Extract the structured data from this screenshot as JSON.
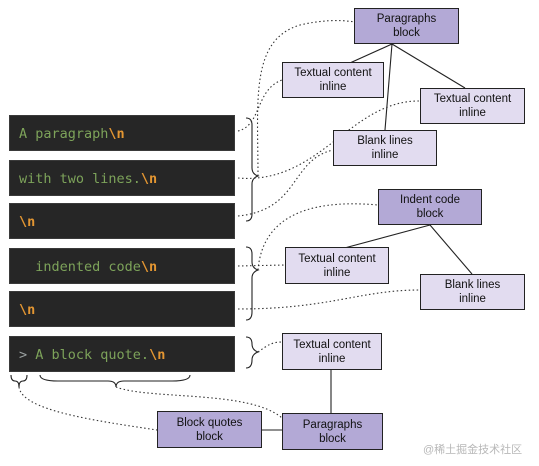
{
  "code_lines": [
    {
      "text": "A paragraph",
      "newline": "\\n"
    },
    {
      "text": "with two lines.",
      "newline": "\\n"
    },
    {
      "text": "",
      "newline": "\\n"
    },
    {
      "text": "  indented code",
      "newline": "\\n"
    },
    {
      "text": "",
      "newline": "\\n"
    },
    {
      "prefix": "> ",
      "text": "A block quote.",
      "newline": "\\n"
    }
  ],
  "nodes": {
    "paragraphs_block_top": "Paragraphs\nblock",
    "textual_content_1": "Textual content\ninline",
    "textual_content_2": "Textual content\ninline",
    "blank_lines_1": "Blank lines\ninline",
    "indent_code_block": "Indent code\nblock",
    "textual_content_3": "Textual content\ninline",
    "blank_lines_2": "Blank lines\ninline",
    "textual_content_4": "Textual content\ninline",
    "block_quotes_block": "Block quotes\nblock",
    "paragraphs_block_bottom": "Paragraphs\nblock"
  },
  "watermark": "@稀土掘金技术社区",
  "colors": {
    "code_bg": "#262626",
    "code_text": "#7da35a",
    "newline_escape": "#e39632",
    "block_node": "#b3a9d6",
    "inline_node": "#e2dcf0"
  }
}
